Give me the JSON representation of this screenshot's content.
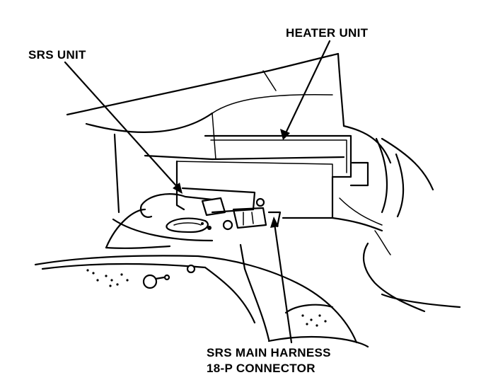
{
  "callouts": {
    "heater_unit": "HEATER UNIT",
    "srs_unit": "SRS UNIT",
    "harness_line1": "SRS MAIN HARNESS",
    "harness_line2": "18-P CONNECTOR"
  }
}
